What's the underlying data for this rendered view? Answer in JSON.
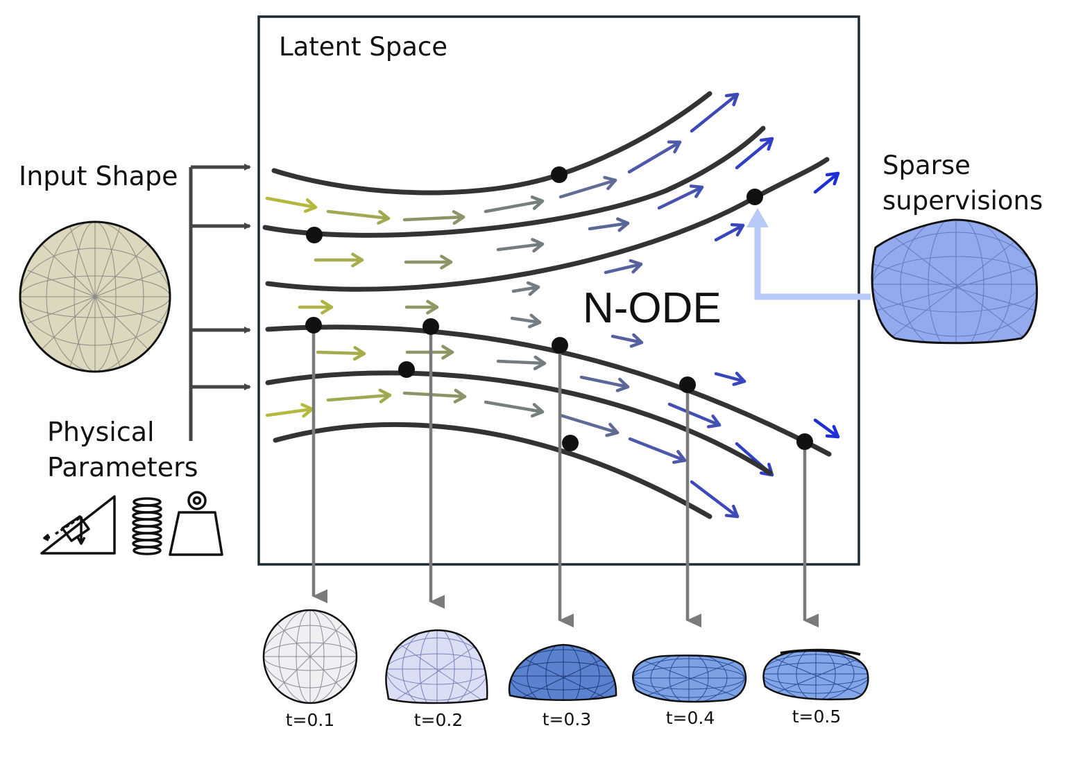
{
  "title": "Latent Space",
  "input_label": "Input Shape",
  "physical_label_line1": "Physical",
  "physical_label_line2": "Parameters",
  "supervision_label_line1": "Sparse",
  "supervision_label_line2": "supervisions",
  "model_label": "N-ODE",
  "time_labels": [
    "t=0.1",
    "t=0.2",
    "t=0.3",
    "t=0.4",
    "t=0.5"
  ],
  "icons": [
    "inclined-plane-icon",
    "spring-icon",
    "weight-icon"
  ],
  "colors": {
    "frame": "#1b2b33",
    "trajectory": "#333333",
    "arrow_start": "#b8bd3a",
    "arrow_end": "#1f2fd6",
    "input_mesh": "#dcd8be",
    "supervision_mesh": "#93abee",
    "supervision_arrow": "#b8caf7",
    "projection_arrow": "#7a7a7a"
  }
}
